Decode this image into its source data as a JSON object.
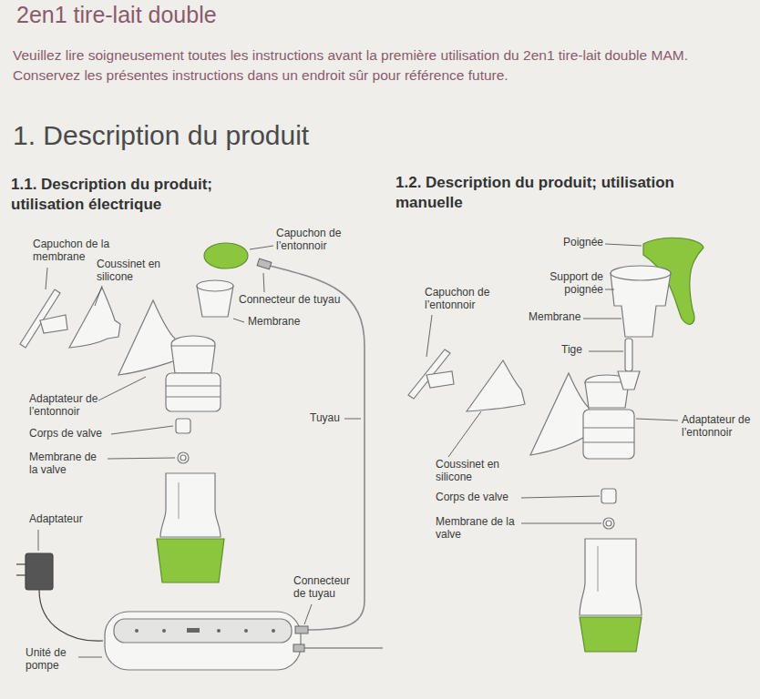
{
  "diagram": {
    "title": "2en1 tire-lait double",
    "labels": [
      "Veuillez lire soigneusement toutes les instructions avant la première utilisation du 2en1 tire-lait double MAM. Conservez les présentes instructions dans un endroit sûr pour référence future.",
      "1. Description du produit",
      "1.1. Description du produit; utilisation électrique",
      "1.2. Description du produit; utilisation manuelle",
      "Capuchon de la membrane",
      "Coussinet en silicone",
      "Capuchon de l’entonnoir",
      "Connecteur de tuyau",
      "Membrane",
      "Adaptateur de l’entonnoir",
      "Corps de valve",
      "Membrane de la valve",
      "Tuyau",
      "Adaptateur",
      "Connecteur de tuyau",
      "Unité de pompe",
      "Poignée",
      "Support de poignée",
      "Capuchon de l’entonnoir",
      "Membrane",
      "Tige",
      "Adaptateur de l’entonnoir",
      "Coussinet en silicone",
      "Corps de valve",
      "Membrane de la valve"
    ]
  }
}
